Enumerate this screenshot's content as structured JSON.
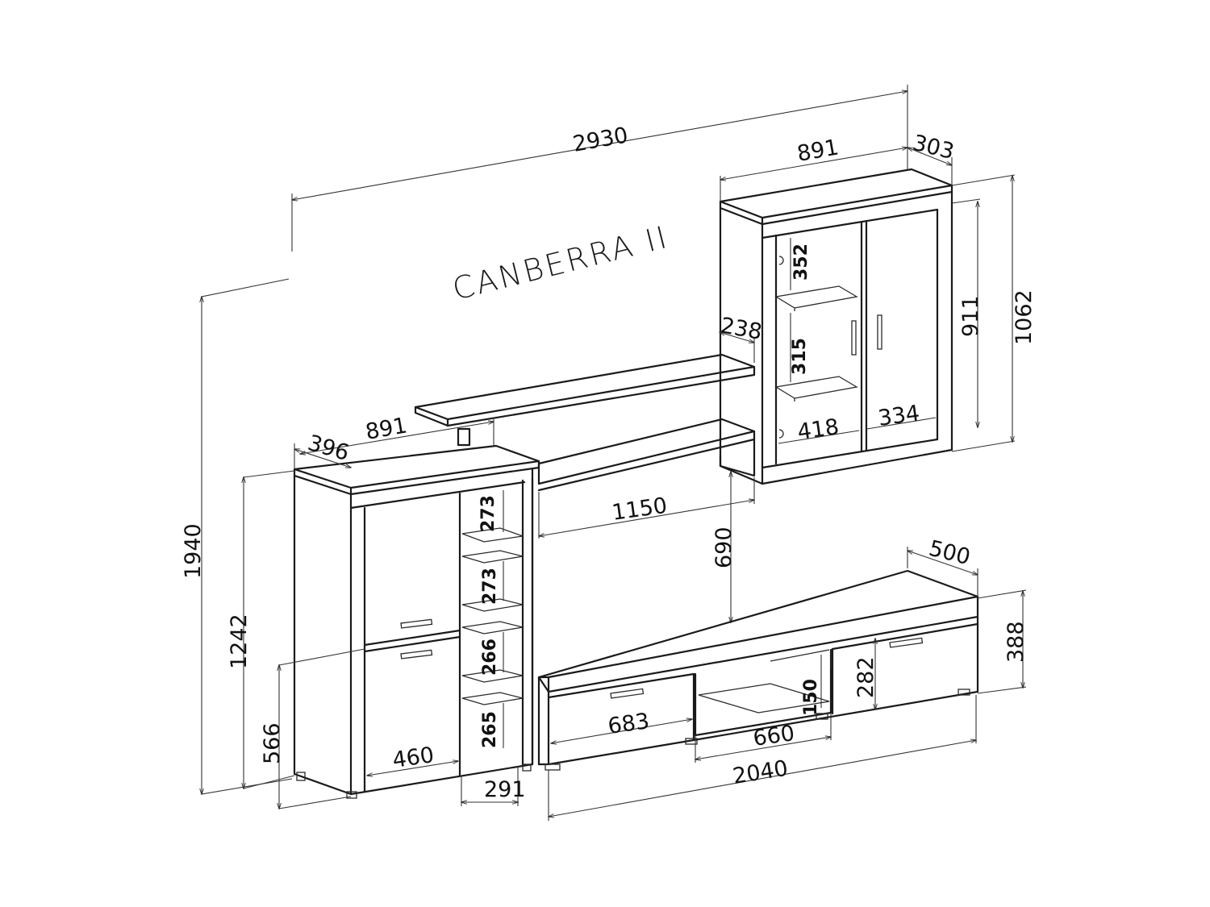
{
  "title": "CANBERRA II",
  "dimensions": {
    "overall_width": "2930",
    "overall_height": "1940",
    "wall_cabinet_width": "891",
    "wall_cabinet_depth": "303",
    "wall_cabinet_height": "1062",
    "wall_cabinet_inner_height": "911",
    "wall_shelf_top": "352",
    "wall_shelf_mid": "315",
    "wall_inner_left": "418",
    "wall_inner_right": "334",
    "shelf_depth": "238",
    "shelf_width": "1150",
    "shelf_height_above_tv": "690",
    "tall_cabinet_width": "891",
    "tall_cabinet_depth": "396",
    "tall_cabinet_height": "1242",
    "tall_cabinet_lower_height": "566",
    "tall_door_width": "460",
    "tall_side_width": "291",
    "tall_shelf_1": "273",
    "tall_shelf_2": "273",
    "tall_shelf_3": "266",
    "tall_shelf_4": "265",
    "tv_depth": "500",
    "tv_height": "388",
    "tv_drawer_height": "282",
    "tv_niche_height": "150",
    "tv_drawer_width": "683",
    "tv_niche_width": "660",
    "tv_total_width": "2040"
  }
}
